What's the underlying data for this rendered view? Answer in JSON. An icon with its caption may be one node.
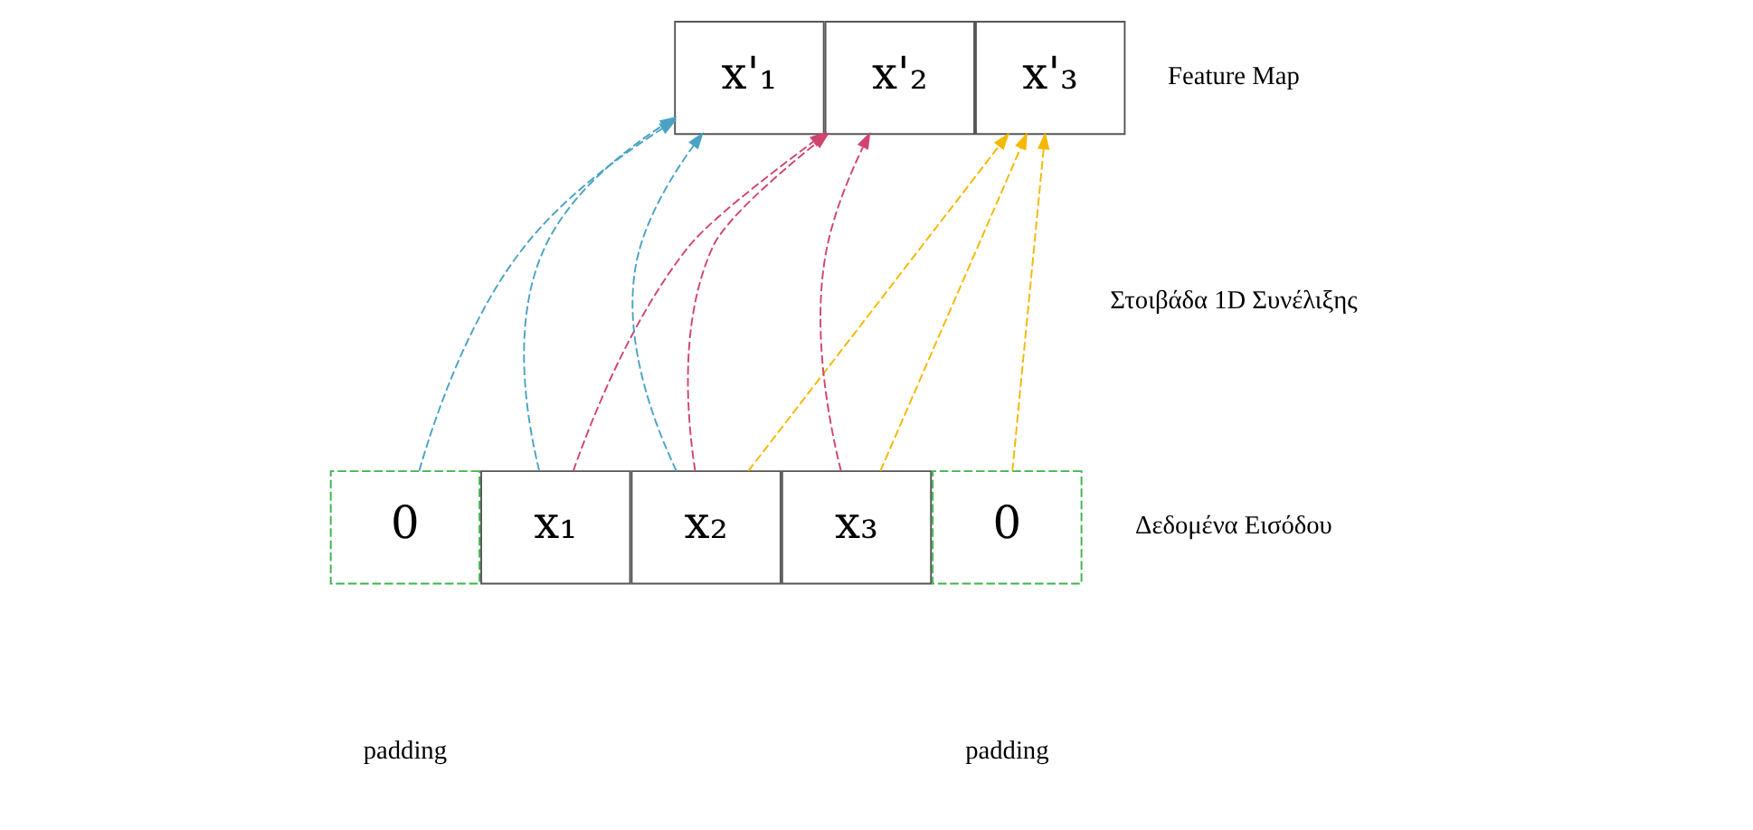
{
  "diagram": {
    "nodes": [
      {
        "text": [
          "x'₁"
        ]
      },
      {
        "text": [
          "x'₂"
        ]
      },
      {
        "text": [
          "x'₃"
        ]
      },
      {
        "text": [
          "0"
        ]
      },
      {
        "text": [
          "x₁"
        ]
      },
      {
        "text": [
          "x₂"
        ]
      },
      {
        "text": [
          "x₃"
        ]
      },
      {
        "text": [
          "0"
        ]
      }
    ],
    "edges": [
      {
        "from": 3,
        "to": 0,
        "arrow": "to",
        "style": "dashed",
        "color": "#4aa3c4"
      },
      {
        "from": 4,
        "to": 0,
        "arrow": "to",
        "style": "dashed",
        "color": "#4aa3c4"
      },
      {
        "from": 5,
        "to": 0,
        "arrow": "to",
        "style": "dashed",
        "color": "#4aa3c4"
      },
      {
        "from": 4,
        "to": 1,
        "arrow": "to",
        "style": "dashed",
        "color": "#d0456e"
      },
      {
        "from": 5,
        "to": 1,
        "arrow": "to",
        "style": "dashed",
        "color": "#d0456e"
      },
      {
        "from": 6,
        "to": 1,
        "arrow": "to",
        "style": "dashed",
        "color": "#d0456e"
      },
      {
        "from": 5,
        "to": 2,
        "arrow": "to",
        "style": "dashed",
        "color": "#f5b800"
      },
      {
        "from": 6,
        "to": 2,
        "arrow": "to",
        "style": "dashed",
        "color": "#f5b800"
      },
      {
        "from": 7,
        "to": 2,
        "arrow": "to",
        "style": "dashed",
        "color": "#f5b800"
      }
    ],
    "labels": [
      "Feature Map",
      "Στοιβάδα 1D Συνέλιξης",
      "Δεδομένα Εισόδου",
      "padding",
      "padding"
    ]
  }
}
